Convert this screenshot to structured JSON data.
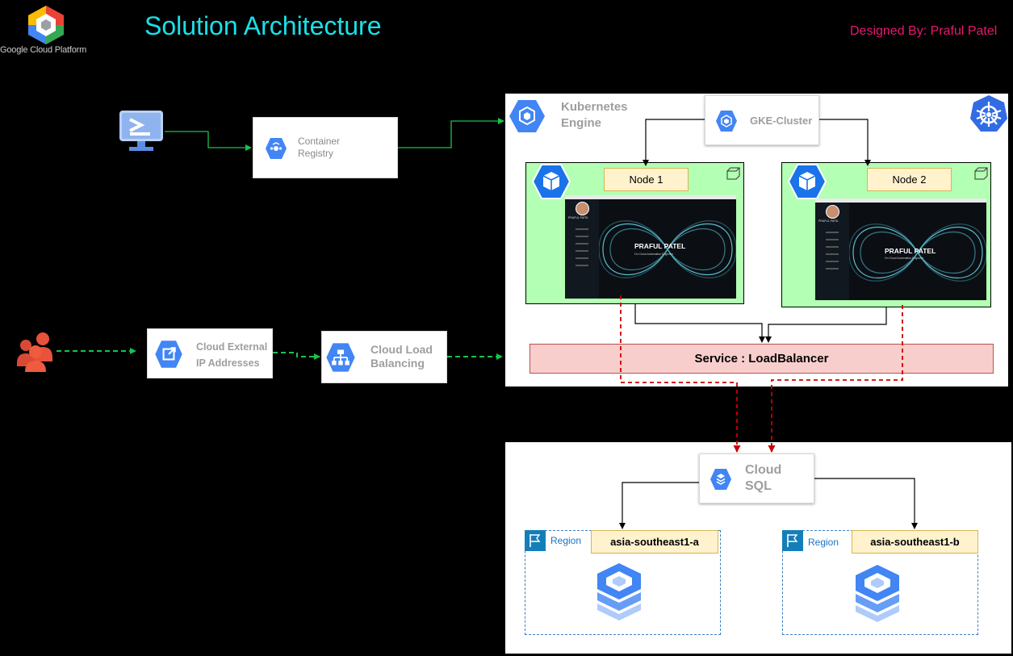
{
  "header": {
    "logo_caption": "Google Cloud Platform",
    "title": "Solution Architecture",
    "credit": "Designed By: Praful Patel"
  },
  "colors": {
    "title": "#19e0e8",
    "credit": "#e8186e",
    "gcp_blue": "#4285f4",
    "node_fill": "#b3ffb3",
    "tag_fill": "#fff2cc",
    "service_fill": "#f8cecc",
    "service_border": "#b85450",
    "green_arrow": "#16c34a",
    "red_dashed": "#cc0000",
    "region_blue": "#1a73c0"
  },
  "nodes": {
    "container_registry": "Container\nRegistry",
    "kubernetes_engine": "Kubernetes\nEngine",
    "gke_cluster": "GKE-Cluster",
    "node1": "Node 1",
    "node2": "Node 2",
    "external_ip": "Cloud External\nIP Addresses",
    "load_balancing": "Cloud Load\nBalancing",
    "service_lb": "Service : LoadBalancer",
    "cloud_sql": "Cloud\nSQL"
  },
  "pod_screen": {
    "name": "PRAFUL PATEL",
    "tagline": "I'm Cloud Automation Engineer",
    "sidebar_name": "PRAFUL PATEL"
  },
  "regions": [
    {
      "label": "Region",
      "zone": "asia-southeast1-a"
    },
    {
      "label": "Region",
      "zone": "asia-southeast1-b"
    }
  ],
  "icons": {
    "terminal": "monitor-terminal-icon",
    "registry": "container-registry-icon",
    "gke": "kubernetes-engine-icon",
    "k8s": "kubernetes-wheel-icon",
    "node": "node-cube-icon",
    "users": "users-icon",
    "ip": "external-ip-icon",
    "lb": "load-balancing-icon",
    "sql": "cloud-sql-icon",
    "db": "database-stack-icon",
    "flag": "region-flag-icon"
  }
}
